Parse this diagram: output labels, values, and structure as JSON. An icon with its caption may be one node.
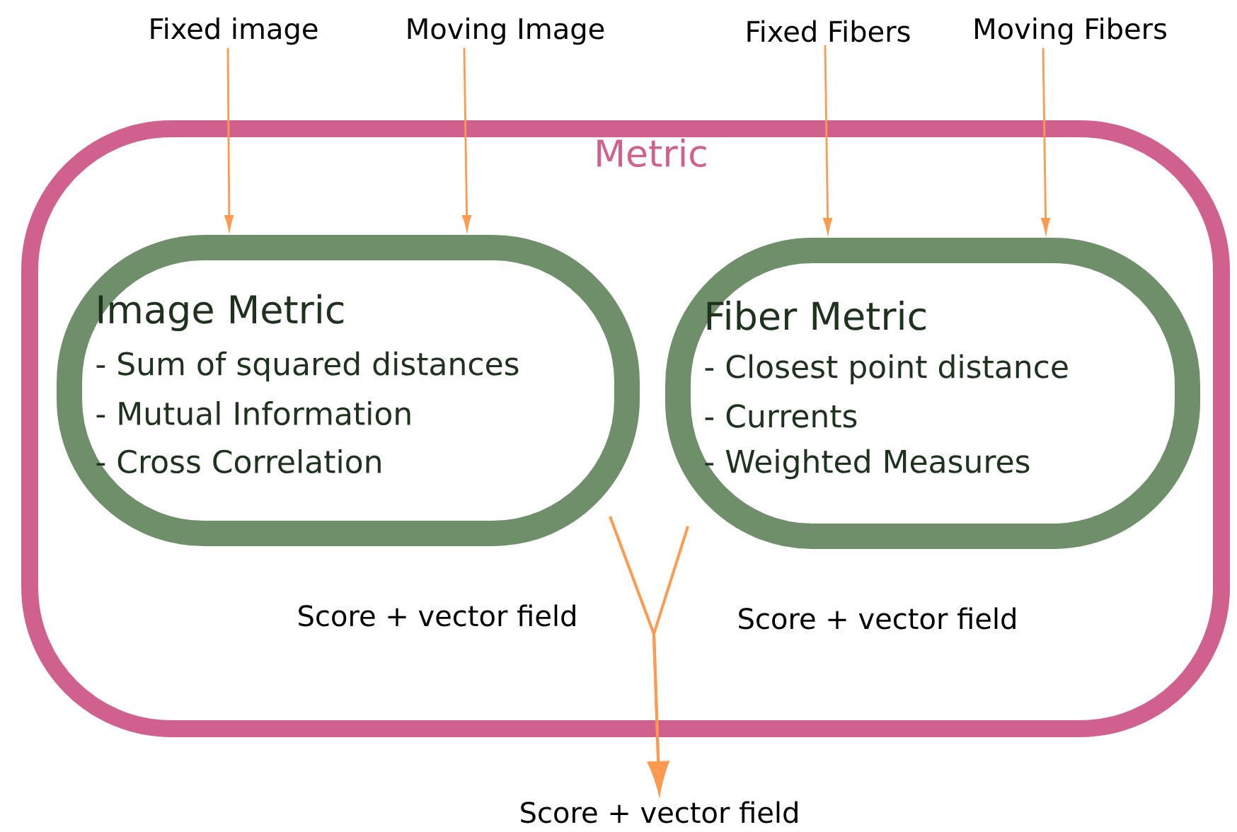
{
  "diagram": {
    "nodes": [
      {
        "text": [
          "Metric"
        ]
      },
      {
        "text": [
          "Image Metric",
          "- Sum of squared distances",
          "- Mutual Information",
          "- Cross Correlation"
        ],
        "in": 0,
        "beside": [
          "Score + vector field"
        ]
      },
      {
        "text": [
          "Fiber Metric",
          "- Closest point distance",
          "- Currents",
          "- Weighted Measures"
        ],
        "in": 0,
        "beside": [
          "Score + vector field"
        ]
      },
      {
        "text": [
          "Fixed image"
        ]
      },
      {
        "text": [
          "Moving Image"
        ]
      },
      {
        "text": [
          "Fixed Fibers"
        ]
      },
      {
        "text": [
          "Moving Fibers"
        ]
      },
      {
        "text": [
          "Score + vector field"
        ]
      }
    ],
    "edges": [
      {
        "from": 3,
        "to": 1,
        "arrow": "to"
      },
      {
        "from": 4,
        "to": 1,
        "arrow": "to"
      },
      {
        "from": 5,
        "to": 2,
        "arrow": "to"
      },
      {
        "from": 6,
        "to": 2,
        "arrow": "to"
      },
      {
        "from": 1,
        "to": 7,
        "arrow": "to"
      },
      {
        "from": 2,
        "to": 7,
        "arrow": "to"
      }
    ]
  }
}
